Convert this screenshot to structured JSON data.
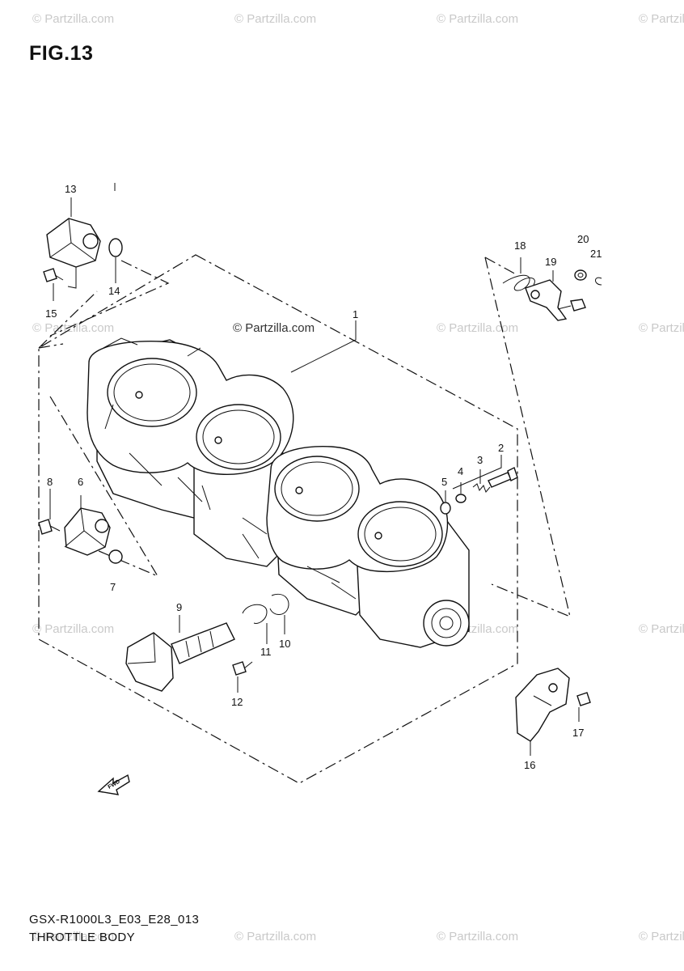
{
  "figure_title": "FIG.13",
  "footer": {
    "code": "GSX-R1000L3_E03_E28_013",
    "name": "THROTTLE BODY"
  },
  "watermark_text": "© Partzilla.com",
  "front_arrow_label": "FWD",
  "callouts": {
    "c1": "1",
    "c2": "2",
    "c3": "3",
    "c4": "4",
    "c5": "5",
    "c6": "6",
    "c7": "7",
    "c8": "8",
    "c9": "9",
    "c10": "10",
    "c11": "11",
    "c12": "12",
    "c13": "13",
    "c14": "14",
    "c15": "15",
    "c16": "16",
    "c17": "17",
    "c18": "18",
    "c19": "19",
    "c20": "20",
    "c21": "21"
  }
}
